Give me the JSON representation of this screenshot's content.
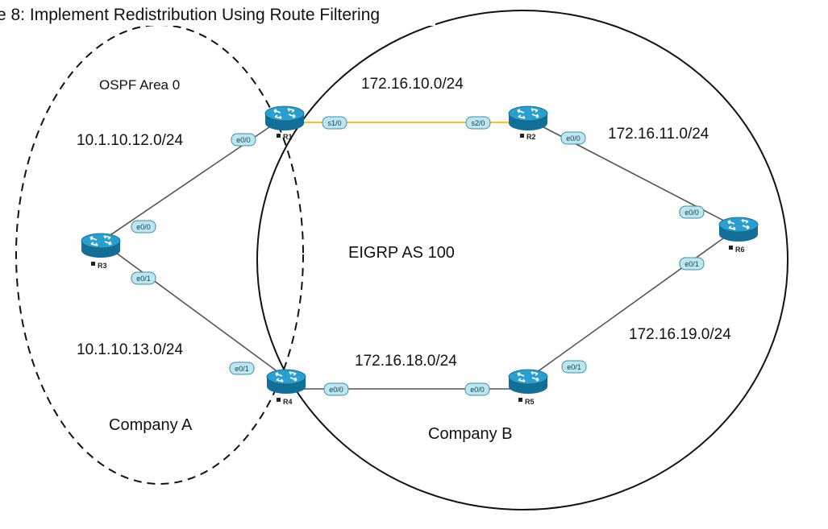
{
  "title": "e 8: Implement Redistribution Using Route Filtering",
  "zones": {
    "company_a": "Company A",
    "company_b": "Company B",
    "ospf_area": "OSPF Area 0",
    "eigrp_as": "EIGRP AS 100"
  },
  "networks": {
    "r1_r3": "10.1.10.12.0/24",
    "r3_r4": "10.1.10.13.0/24",
    "r1_r2": "172.16.10.0/24",
    "r2_r6": "172.16.11.0/24",
    "r4_r5": "172.16.18.0/24",
    "r5_r6": "172.16.19.0/24"
  },
  "routers": {
    "r1": "R1",
    "r2": "R2",
    "r3": "R3",
    "r4": "R4",
    "r5": "R5",
    "r6": "R6"
  },
  "interfaces": {
    "r1_to_r3": "e0/0",
    "r1_to_r2": "s1/0",
    "r2_to_r1": "s2/0",
    "r2_to_r6": "e0/0",
    "r3_to_r1": "e0/0",
    "r3_to_r4": "e0/1",
    "r4_to_r3": "e0/1",
    "r4_to_r5": "e0/0",
    "r5_to_r4": "e0/0",
    "r5_to_r6": "e0/1",
    "r6_to_r2": "e0/0",
    "r6_to_r5": "e0/1"
  },
  "colors": {
    "router_body": "#1b86b5",
    "router_top": "#2a9fcd",
    "interface_fill": "#bfe6ef",
    "serial_link": "#f2c230",
    "ethernet_link": "#555555"
  }
}
